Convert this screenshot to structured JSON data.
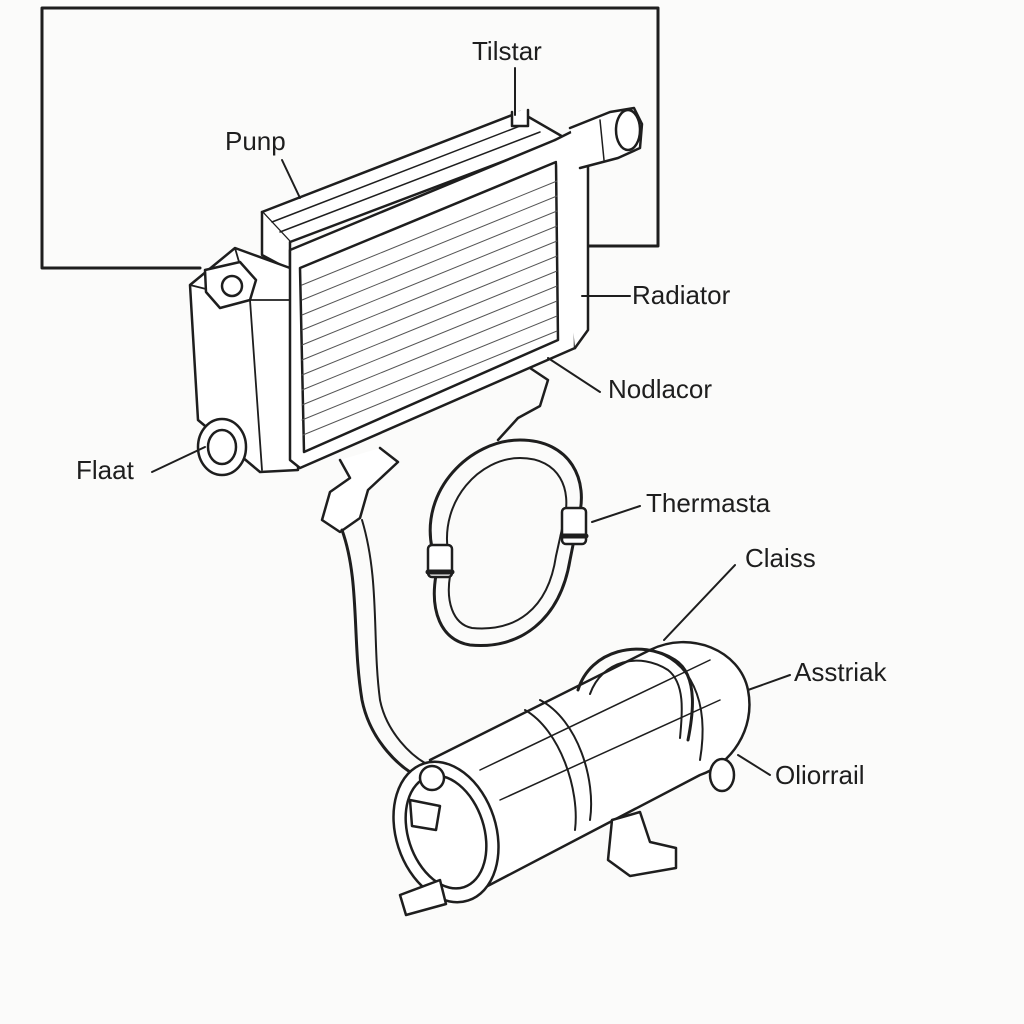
{
  "diagram": {
    "labels": {
      "tilstar": "Tilstar",
      "pump": "Punp",
      "radiator": "Radiator",
      "nodiacor": "Nodlacor",
      "flaat": "Flaat",
      "thermasta": "Thermasta",
      "claiss": "Claiss",
      "asstriak": "Asstriak",
      "oliorrail": "Oliorrail"
    },
    "colors": {
      "stroke": "#1e1e1e",
      "background": "#fbfbfa",
      "fill": "#ffffff"
    }
  }
}
